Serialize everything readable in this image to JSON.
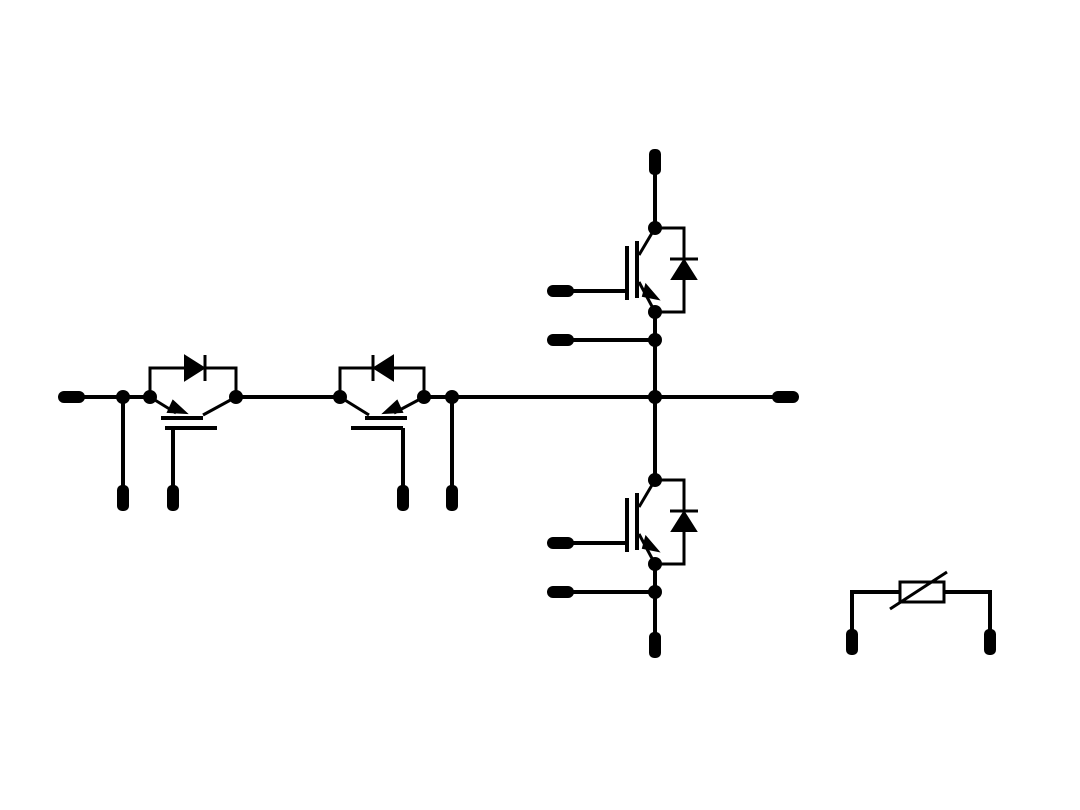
{
  "diagram": {
    "ink": "#000000",
    "background": "#ffffff",
    "components": [
      {
        "name": "common-collector-igbt-pair",
        "symbols": [
          "igbt",
          "igbt"
        ]
      },
      {
        "name": "half-bridge-igbt-upper",
        "symbols": [
          "igbt",
          "antiparallel-diode"
        ]
      },
      {
        "name": "half-bridge-igbt-lower",
        "symbols": [
          "igbt",
          "antiparallel-diode"
        ]
      },
      {
        "name": "ntc-thermistor",
        "symbols": [
          "variable-resistor"
        ]
      }
    ],
    "terminal_count": 14,
    "labels": []
  }
}
